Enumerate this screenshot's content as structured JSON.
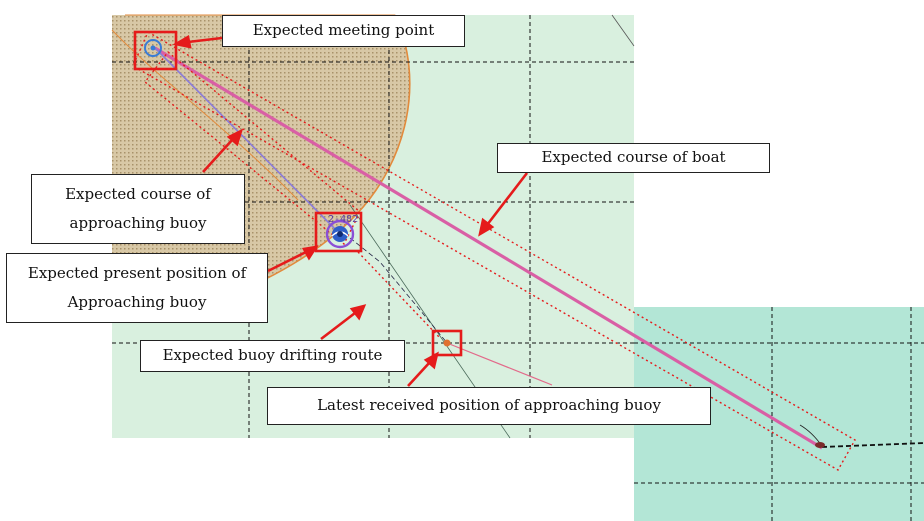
{
  "colors": {
    "chart_main": "#d9f0df",
    "chart_inset": "#b3e6d6",
    "land": "#d8c8a6",
    "land_edge": "#e28a3c",
    "grid": "#111111",
    "course": "#d95fa5",
    "callout": "#e51b1b",
    "buoy_ring": "#8a4fd6",
    "meeting_point": "#3a7bd5"
  },
  "icons": {
    "meeting_point": "circle-target-icon",
    "buoy": "buoy-symbol-icon",
    "latest_position": "dot-icon",
    "boat": "boat-icon"
  },
  "map": {
    "buoy_id": "2-482"
  },
  "labels": {
    "meeting_point": "Expected meeting point",
    "boat_course": "Expected course of boat",
    "buoy_course_line1": "Expected course of",
    "buoy_course_line2": "approaching buoy",
    "present_position_line1": "Expected present position of",
    "present_position_line2": "Approaching buoy",
    "drift_route": "Expected buoy drifting route",
    "latest_position": "Latest received position of approaching buoy"
  }
}
